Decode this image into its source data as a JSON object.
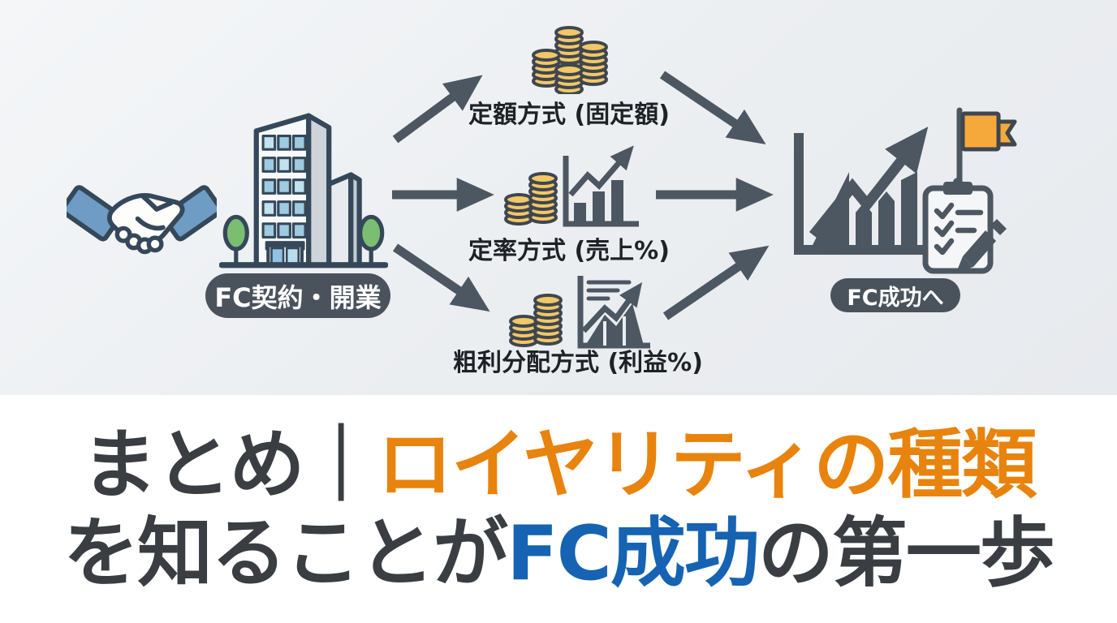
{
  "colors": {
    "background_top": "#ebeef1",
    "background_bottom": "#ffffff",
    "slate": "#4d5761",
    "pill_bg": "#4a525c",
    "pill_text": "#ffffff",
    "branch_label_text": "#1e2226",
    "coin_gold": "#f2c765",
    "flag_orange": "#f5a93b",
    "tree_green": "#7cbe71",
    "sleeve_blue": "#6e9cc4",
    "window_blue": "#9fcbe0",
    "outline_navy": "#35485a",
    "title_dark": "#3a3e43",
    "title_orange": "#e8830d",
    "title_blue": "#1563b2"
  },
  "diagram": {
    "start": {
      "label": "FC契約・開業",
      "icons": [
        "handshake-icon",
        "office-building-icon"
      ]
    },
    "branches": [
      {
        "label": "定額方式 (固定額)",
        "icon": "coin-stacks-icon"
      },
      {
        "label": "定率方式 (売上%)",
        "icon": "coins-bar-chart-icon"
      },
      {
        "label": "粗利分配方式 (利益%)",
        "icon": "coins-report-chart-icon"
      }
    ],
    "end": {
      "label": "FC成功へ",
      "icons": [
        "growth-chart-icon",
        "goal-flag-icon",
        "checklist-clipboard-icon"
      ]
    }
  },
  "title": {
    "line1": [
      {
        "text": "まとめ｜",
        "color": "#3a3e43"
      },
      {
        "text": "ロイヤリティの種類",
        "color": "#e8830d"
      }
    ],
    "line2": [
      {
        "text": "を知ることが",
        "color": "#3a3e43"
      },
      {
        "text": "FC成功",
        "color": "#1563b2"
      },
      {
        "text": "の第一歩",
        "color": "#3a3e43"
      }
    ]
  }
}
